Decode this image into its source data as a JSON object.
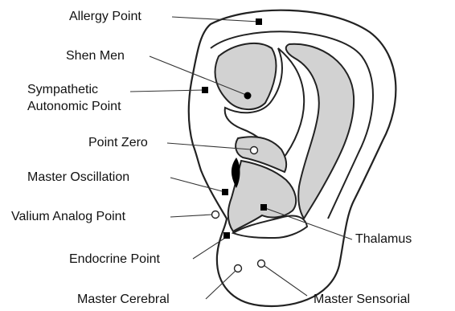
{
  "colors": {
    "ear_outline": "#222222",
    "ear_fill": "#ffffff",
    "cartilage_fill": "#d2d2d2",
    "marker": "#000000",
    "leader_line": "#333333"
  },
  "labels": {
    "allergy_point": "Allergy Point",
    "shen_men": "Shen Men",
    "sympathetic_line1": "Sympathetic",
    "sympathetic_line2": "Autonomic Point",
    "point_zero": "Point Zero",
    "master_oscillation": "Master Oscillation",
    "valium_analog_point": "Valium Analog Point",
    "thalamus": "Thalamus",
    "endocrine_point": "Endocrine Point",
    "master_cerebral": "Master Cerebral",
    "master_sensorial": "Master Sensorial"
  },
  "marker_types": {
    "allergy_point": "filled-square",
    "shen_men": "filled-circle",
    "sympathetic": "filled-square",
    "point_zero": "open-circle",
    "master_oscillation": "filled-square",
    "valium_analog_point": "open-circle",
    "thalamus": "filled-square",
    "endocrine_point": "filled-square",
    "master_cerebral": "open-circle",
    "master_sensorial": "open-circle"
  }
}
